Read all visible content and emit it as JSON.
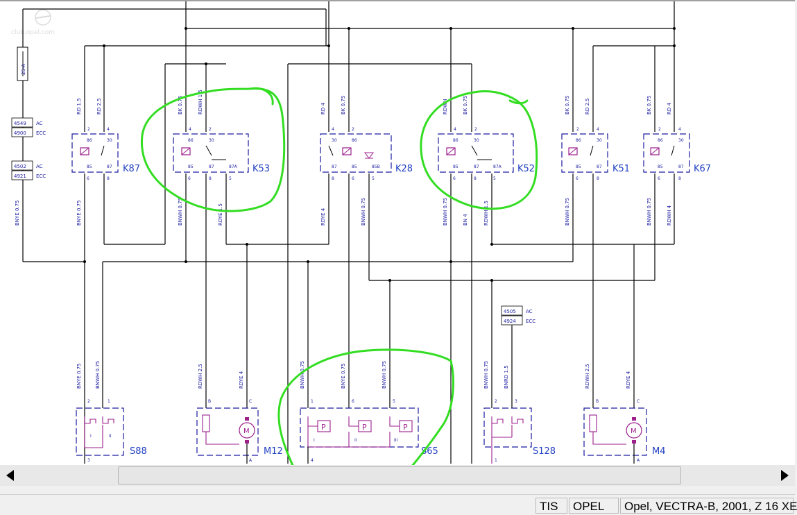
{
  "watermark": "club.opel.com",
  "fuse": {
    "label": "25-A"
  },
  "references": [
    {
      "code": "4549",
      "tag": "AC"
    },
    {
      "code": "4900",
      "tag": "ECC"
    },
    {
      "code": "4502",
      "tag": "AC"
    },
    {
      "code": "4921",
      "tag": "ECC"
    },
    {
      "code": "4505",
      "tag": "AC"
    },
    {
      "code": "4924",
      "tag": "ECC"
    }
  ],
  "relays": [
    {
      "id": "K87",
      "pins_top": [
        "2",
        "4"
      ],
      "pins_mid": [
        "86",
        "30"
      ],
      "pins_low": [
        "85",
        "87"
      ],
      "pins_bottom": [
        "6",
        "8"
      ],
      "wires_top": [
        "RD 1.5",
        "RD 2.5"
      ]
    },
    {
      "id": "K53",
      "pins_top": [
        "4",
        "2"
      ],
      "pins_mid": [
        "86",
        "30"
      ],
      "pins_low": [
        "85",
        "87",
        "87A"
      ],
      "pins_bottom": [
        "6",
        "8",
        "5"
      ],
      "wires_top": [
        "BK 0.75",
        "RDWH 1.5"
      ]
    },
    {
      "id": "K28",
      "pins_top": [
        "4",
        "2"
      ],
      "pins_mid": [
        "30",
        "86"
      ],
      "pins_low": [
        "87",
        "85",
        "85B"
      ],
      "pins_bottom": [
        "8",
        "6",
        "5"
      ],
      "wires_top": [
        "RD 4",
        "BK 0.75"
      ]
    },
    {
      "id": "K52",
      "pins_top": [
        "4",
        "2"
      ],
      "pins_mid": [
        "86",
        "30"
      ],
      "pins_low": [
        "85",
        "87",
        "87A"
      ],
      "pins_bottom": [
        "6",
        "8",
        "5"
      ],
      "wires_top": [
        "RDWH",
        "BK 0.75"
      ]
    },
    {
      "id": "K51",
      "pins_top": [
        "2",
        "4"
      ],
      "pins_mid": [
        "86",
        "30"
      ],
      "pins_low": [
        "85",
        "87"
      ],
      "pins_bottom": [
        "6",
        "8"
      ],
      "wires_top": [
        "BK 0.75",
        "RD 2.5"
      ]
    },
    {
      "id": "K67",
      "pins_top": [
        "2",
        "4"
      ],
      "pins_mid": [
        "86",
        "30"
      ],
      "pins_low": [
        "85",
        "87"
      ],
      "pins_bottom": [
        "6",
        "8"
      ],
      "wires_top": [
        "BK 0.75",
        "RD 4"
      ]
    }
  ],
  "mid_wires": [
    "BNYE 0.75",
    "BNYE 0.75",
    "BNWH 0.75",
    "RDYE 1.5",
    "RDYE 4",
    "BNWH 0.75",
    "BNWH 0.75",
    "BN 4",
    "RDWH 1.5",
    "BNWH 0.75",
    "BNWH 0.75",
    "RDWH 4"
  ],
  "lower_wires": [
    "BNYE 0.75",
    "BNWH 0.75",
    "RDWH 2.5",
    "RDYE 4",
    "BNWH 0.75",
    "BNYE 0.75",
    "BNWH 0.75",
    "BNWH 0.75",
    "BNRD 1.5",
    "RDWH 2.5",
    "RDYE 4"
  ],
  "components": [
    {
      "id": "S88",
      "pins_top": [
        "2",
        "1"
      ],
      "pin_bottom": "3",
      "positions": [
        "I",
        "II"
      ]
    },
    {
      "id": "M12",
      "pins_top": [
        "B",
        "C"
      ],
      "pin_bottom": "A",
      "motor": "M"
    },
    {
      "id": "S65",
      "pins_top": [
        "1",
        "6",
        "5"
      ],
      "pin_bottom": "4",
      "positions": [
        "I",
        "II",
        "III"
      ],
      "switch_label": "P"
    },
    {
      "id": "S128",
      "pins_top": [
        "2",
        "3"
      ],
      "pin_bottom": "1"
    },
    {
      "id": "M4",
      "pins_top": [
        "B",
        "C"
      ],
      "pin_bottom": "A",
      "motor": "M"
    }
  ],
  "colors": {
    "wire": "#000000",
    "symbol": "#9c1f8c",
    "frame": "#1a1aa0",
    "label": "#2040c0",
    "highlight": "#33dd22"
  },
  "statusbar": {
    "app": "TIS",
    "brand": "OPEL",
    "vehicle": "Opel, VECTRA-B, 2001, Z 16 XE"
  },
  "icons": {
    "scroll_left": "triangle-left",
    "scroll_right": "triangle-right"
  }
}
